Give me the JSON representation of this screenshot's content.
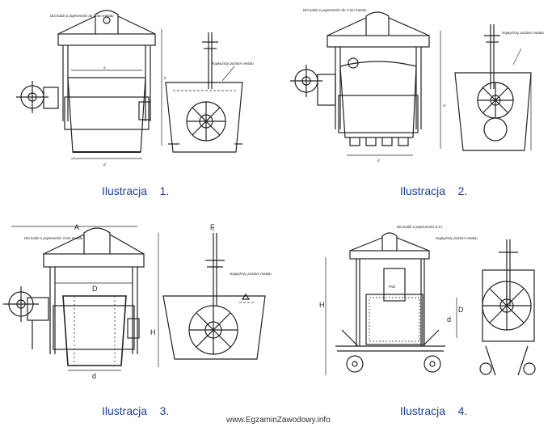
{
  "captions": {
    "c1": "Ilustracja    1.",
    "c2": "Ilustracja    2.",
    "c3": "Ilustracja    3.",
    "c4": "Ilustracja    4."
  },
  "watermark": "www.EgzaminZawodowy.info",
  "labels": {
    "i1_note": "Dla kadzi o pojemności do 3 ton metalu",
    "i1_level": "Najwyższy poziom metalu",
    "i1_a": "a",
    "i1_d": "d",
    "i1_h": "h",
    "i2_note": "Dla kadzi o pojemności do 3 ton metalu",
    "i2_level": "Najwyższy poziom metalu",
    "i2_d": "d",
    "i2_h": "H",
    "i3_note": "Dla kadzi o pojemności 3 ton metalu",
    "i3_level": "Najwyższy poziom metalu",
    "i3_A": "A",
    "i3_D": "D",
    "i3_d": "d",
    "i3_F": "F",
    "i3_H": "H",
    "i4_note": "Dla kadzi o pojemności 0,5 t",
    "i4_level": "Najwyższy poziom metalu",
    "i4_H": "H",
    "i4_D": "D",
    "i4_d": "d",
    "i4_p": "P50"
  }
}
